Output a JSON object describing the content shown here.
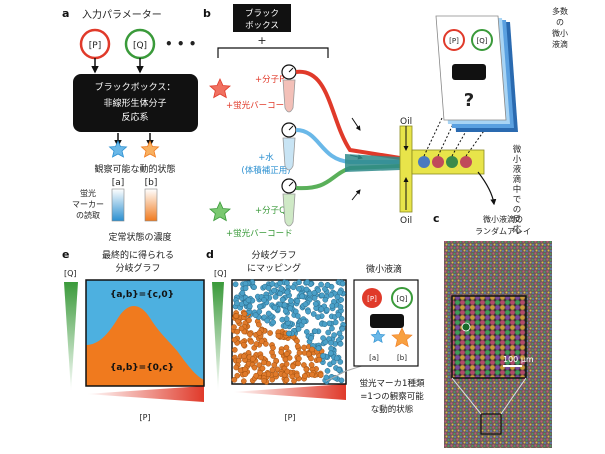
{
  "panel_labels": {
    "a": "a",
    "b": "b",
    "c": "c",
    "d": "d",
    "e": "e"
  },
  "panel_a": {
    "title": "入力パラメーター",
    "param_p": "[P]",
    "param_q": "[Q]",
    "ellipsis": "• • •",
    "blackbox_line1": "ブラックボックス：",
    "blackbox_line2": "非線形生体分子",
    "blackbox_line3": "反応系",
    "observable": "観察可能な動的状態",
    "state_a": "[a]",
    "state_b": "[b]",
    "marker_line1": "蛍光",
    "marker_line2": "マーカー",
    "marker_line3": "の読取",
    "concentration": "定常状態の濃度"
  },
  "panel_b": {
    "blackbox_line1": "ブラック",
    "blackbox_line2": "ボックス",
    "plus": "+",
    "molecule_p": "+分子P",
    "barcode_p": "+蛍光バーコード",
    "water_line1": "+水",
    "water_line2": "(体積補正用)",
    "molecule_q": "+分子Q",
    "barcode_q": "+蛍光バーコード",
    "oil_top": "Oil",
    "oil_bottom": "Oil",
    "many_line1": "多数",
    "many_line2": "の",
    "many_line3": "微小",
    "many_line4": "液滴",
    "inset_p": "[P]",
    "inset_q": "[Q]",
    "question": "?",
    "reaction_chars": [
      "微",
      "小",
      "液",
      "滴",
      "中",
      "で",
      "の",
      "反",
      "応"
    ]
  },
  "panel_c": {
    "title_line1": "微小液滴の",
    "title_line2": "ランダムアレイ",
    "scale": "100 μm"
  },
  "panel_d": {
    "title_line1": "分岐グラフ",
    "title_line2": "にマッピング",
    "axis_q": "[Q]",
    "axis_p": "[P]",
    "droplet_title": "微小液滴",
    "droplet_p": "[P]",
    "droplet_q": "[Q]",
    "droplet_a": "[a]",
    "droplet_b": "[b]",
    "caption_line1": "蛍光マーカ1種類",
    "caption_line2": "=1つの観察可能",
    "caption_line3": "な動的状態"
  },
  "panel_e": {
    "title_line1": "最終的に得られる",
    "title_line2": "分岐グラフ",
    "axis_q": "[Q]",
    "axis_p": "[P]",
    "region_top": "{a,b}={c,0}",
    "region_bottom": "{a,b}={0,c}"
  },
  "colors": {
    "red": "#e03a2a",
    "blue": "#2a8fd0",
    "green": "#3a9a3a",
    "orange": "#f07a1e",
    "black": "#111111"
  }
}
